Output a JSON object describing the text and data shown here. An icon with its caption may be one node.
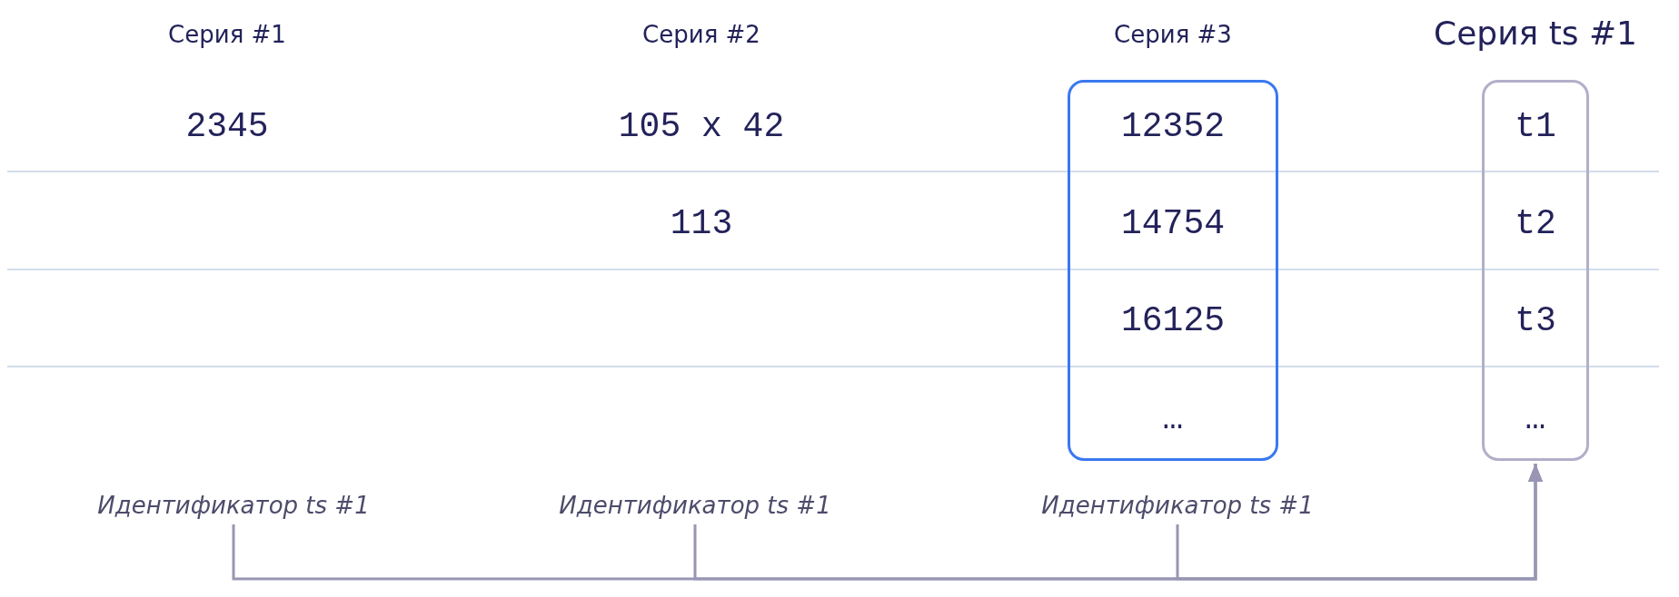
{
  "diagram": {
    "nodes": [
      {
        "text": [
          "Серия #3",
          "12352",
          "14754",
          "16125",
          "…"
        ]
      },
      {
        "text": [
          "Серия ts #1",
          "t1",
          "t2",
          "t3",
          "…"
        ]
      },
      {
        "text": [
          "Идентификатор ts #1"
        ]
      },
      {
        "text": [
          "Идентификатор ts #1"
        ]
      },
      {
        "text": [
          "Идентификатор ts #1"
        ]
      }
    ],
    "edges": [
      {
        "from": 2,
        "to": 1,
        "arrow": "to"
      },
      {
        "from": 3,
        "to": 1,
        "arrow": "to"
      },
      {
        "from": 4,
        "to": 1,
        "arrow": "to"
      }
    ],
    "labels": [
      "Серия #1",
      "Серия #2",
      "2345",
      "105 x 42",
      "113"
    ]
  }
}
